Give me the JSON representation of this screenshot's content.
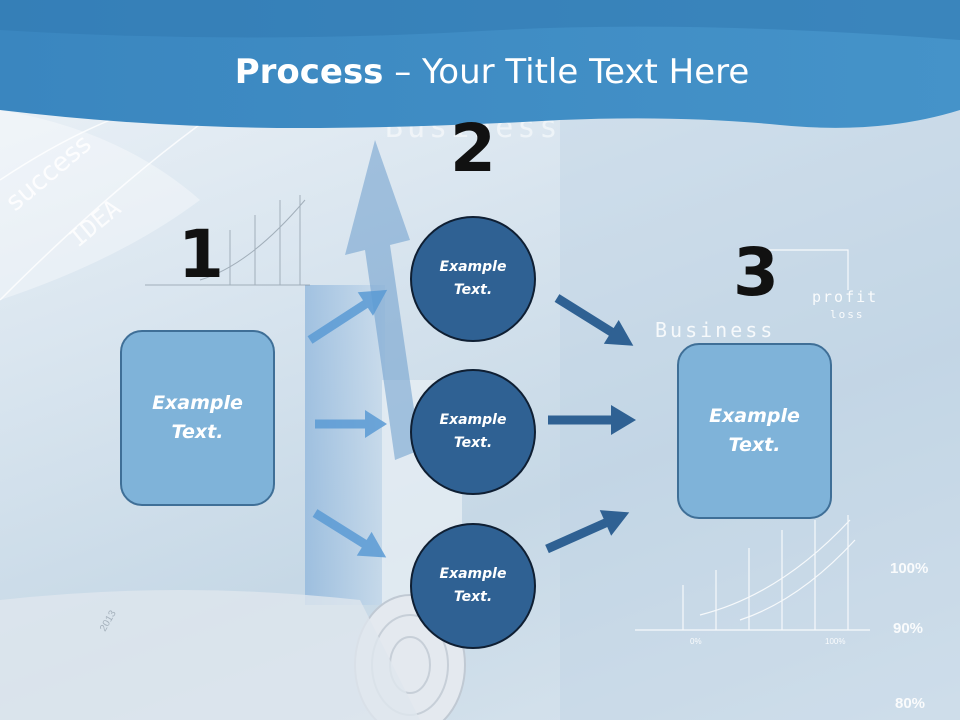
{
  "title": {
    "bold": "Process",
    "rest": " – Your Title Text Here"
  },
  "steps": [
    {
      "number": "1",
      "text": "Example Text."
    },
    {
      "number": "2",
      "items": [
        "Example Text.",
        "Example Text.",
        "Example Text."
      ]
    },
    {
      "number": "3",
      "text": "Example Text."
    }
  ],
  "background_words": {
    "business_top": "Business",
    "business_right": "Business",
    "success": "success",
    "idea": "IDEA",
    "profit": "profit",
    "loss": "loss",
    "pct_100": "100%",
    "pct_90": "90%",
    "pct_80": "80%",
    "axis_0": "0%",
    "axis_100": "100%",
    "year": "2013"
  },
  "colors": {
    "header": "#3d86bf",
    "box_fill": "#7fb3d9",
    "circle_fill": "#2f6193",
    "arrow_light": "#5b9bd5",
    "arrow_dark": "#2f6193"
  }
}
